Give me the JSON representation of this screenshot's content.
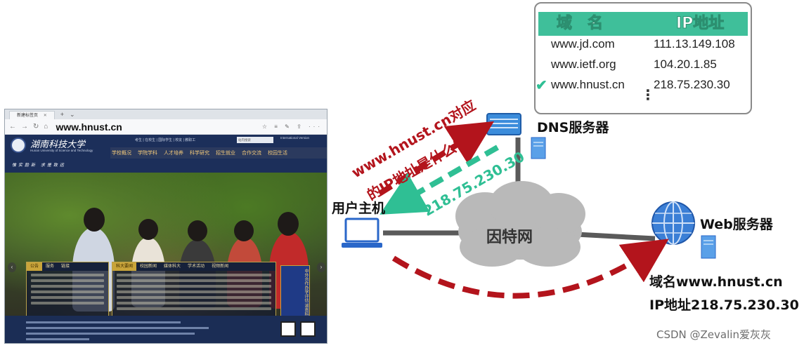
{
  "browser": {
    "tab_title": "新建标签页",
    "url": "www.hnust.cn",
    "site": {
      "logo_cn": "湖南科技大学",
      "logo_en": "Hunan University of Science and Technology",
      "header_links": "考生 | 在校生 | 国际学生 | 校友 | 教职工",
      "search_placeholder": "站内搜索",
      "intl": "International Version",
      "nav": [
        "学校概况",
        "学院学科",
        "人才培养",
        "科学研究",
        "招生就业",
        "合作交流",
        "校园生活"
      ],
      "motto": "惟实励新  求是致远",
      "notice_tabs": [
        "公告",
        "服务",
        "链接"
      ],
      "news_tabs": [
        "科大要闻",
        "校园新闻",
        "媒体科大",
        "学术活动",
        "视频新闻"
      ],
      "banner": "中外合作办学评估  湖南科技大学"
    }
  },
  "dns_table": {
    "headers": [
      "域　名",
      "IP地址"
    ],
    "rows": [
      {
        "domain": "www.jd.com",
        "ip": "111.13.149.108",
        "checked": false
      },
      {
        "domain": "www.ietf.org",
        "ip": "104.20.1.85",
        "checked": false
      },
      {
        "domain": "www.hnust.cn",
        "ip": "218.75.230.30",
        "checked": true
      }
    ],
    "ellipsis": "⋮"
  },
  "labels": {
    "dns_server": "DNS服务器",
    "user_host": "用户主机",
    "internet": "因特网",
    "web_server": "Web服务器",
    "question_line1": "www.hnust.cn对应",
    "question_line2": "的IP地址是什么?",
    "answer_ip": "218.75.230.30",
    "web_domain": "域名www.hnust.cn",
    "web_ip": "IP地址218.75.230.30"
  },
  "watermark": "CSDN @Zevalin爱灰灰",
  "colors": {
    "red": "#b3141c",
    "teal": "#2fbf94",
    "table_header": "#3fbf9a",
    "computer_blue": "#2a67c9",
    "cloud": "#b9b9b9",
    "line_gray": "#5a5a5a"
  },
  "icons": [
    "laptop-icon",
    "dns-server-icon",
    "web-server-icon",
    "globe-icon",
    "check-icon",
    "cloud-shape"
  ]
}
